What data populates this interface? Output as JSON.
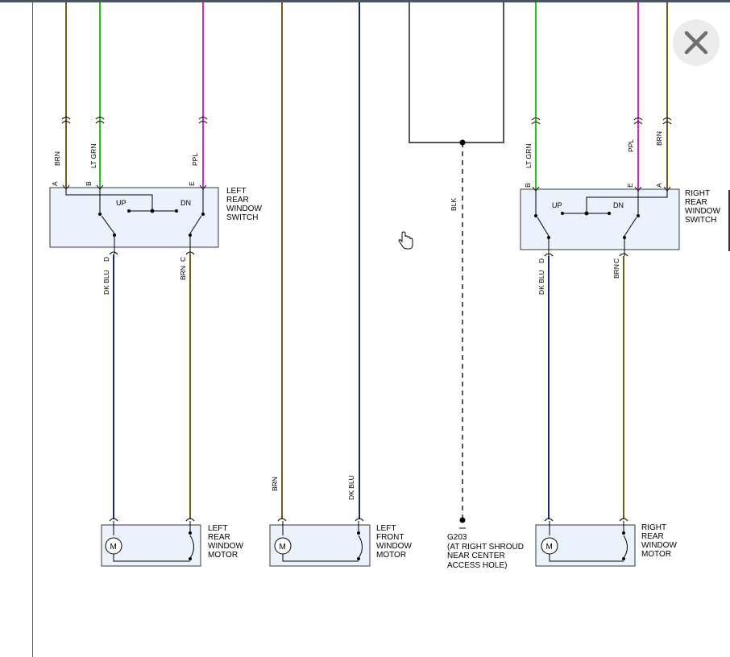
{
  "colors": {
    "brn": "#7a5a10",
    "lt_grn": "#22c81e",
    "ppl": "#e020d8",
    "dk_blu": "#1a2a7a",
    "blk": "#555555",
    "box_fill": "#eaf3fb"
  },
  "icons": {
    "close": "close-x-icon",
    "cursor": "hand-pointer-icon",
    "motor": "motor-m-icon"
  },
  "wire_labels": {
    "ls_a": "BRN",
    "ls_b": "LT GRN",
    "ls_e": "PPL",
    "ls_d": "DK BLU",
    "ls_c": "BRN",
    "lf_brn": "BRN",
    "lf_blu": "DK BLU",
    "blk": "BLK",
    "rs_b": "LT GRN",
    "rs_e": "PPL",
    "rs_a": "BRN",
    "rs_d": "DK BLU",
    "rs_c": "BRN"
  },
  "pins": {
    "ls_a": "A",
    "ls_b": "B",
    "ls_e": "E",
    "ls_d": "D",
    "ls_c": "C",
    "rs_b": "B",
    "rs_e": "E",
    "rs_a": "A",
    "rs_d": "D",
    "rs_c": "C"
  },
  "switch_left": {
    "up": "UP",
    "dn": "DN",
    "name": [
      "LEFT",
      "REAR",
      "WINDOW",
      "SWITCH"
    ]
  },
  "switch_right": {
    "up": "UP",
    "dn": "DN",
    "name": [
      "RIGHT",
      "REAR",
      "WINDOW",
      "SWITCH"
    ]
  },
  "motors": {
    "symbol": "M",
    "left_rear": [
      "LEFT",
      "REAR",
      "WINDOW",
      "MOTOR"
    ],
    "left_front": [
      "LEFT",
      "FRONT",
      "WINDOW",
      "MOTOR"
    ],
    "right_rear": [
      "RIGHT",
      "REAR",
      "WINDOW",
      "MOTOR"
    ]
  },
  "ground": [
    "G203",
    "(AT RIGHT SHROUD",
    "NEAR CENTER",
    "ACCESS HOLE)"
  ]
}
